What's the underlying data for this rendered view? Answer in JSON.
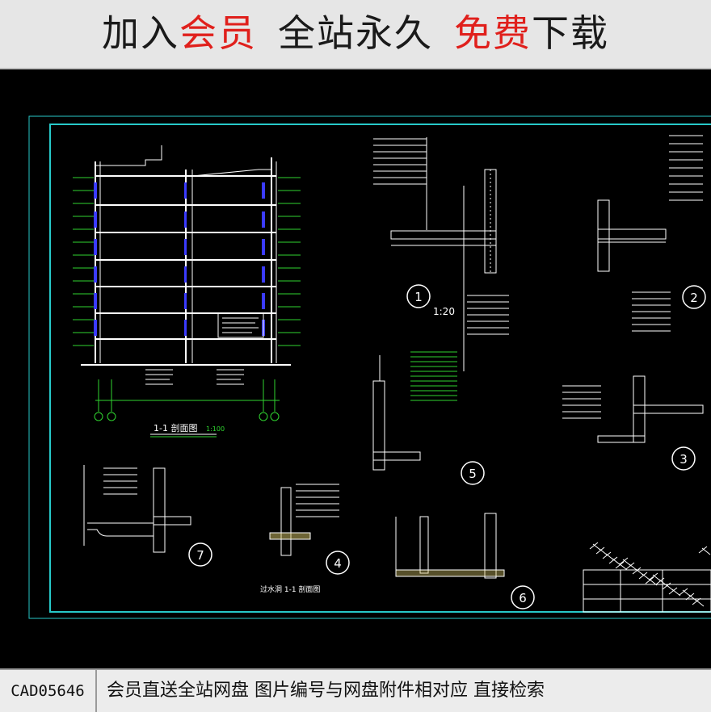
{
  "banner": {
    "part1": "加入",
    "part2": "会员",
    "part3": "全站永久",
    "part4": "免费",
    "part5": "下载"
  },
  "drawing": {
    "section_title": "1-1 剖面图",
    "section_scale": "1:100",
    "detail1_scale": "1:20",
    "footer_note": "过水洞 1-1 剖面图",
    "details": [
      "1",
      "2",
      "3",
      "4",
      "5",
      "6",
      "7"
    ]
  },
  "footer": {
    "code": "CAD05646",
    "caption": "会员直送全站网盘  图片编号与网盘附件相对应  直接检索"
  },
  "colors": {
    "banner_accent": "#e0201c",
    "frame": "#27c9c9",
    "linework": "#ffffff",
    "annotation": "#2fd52f",
    "window": "#3b3bff"
  }
}
